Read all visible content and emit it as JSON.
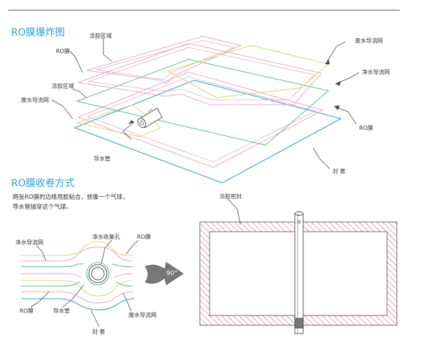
{
  "section1": {
    "title": "RO膜爆炸图",
    "labels": {
      "glue_zone_top": "涂胶区域",
      "ro_membrane_top": "RO膜",
      "glue_zone_mid": "涂胶区域",
      "waste_mesh_left": "废水导流网",
      "waste_mesh_right": "废水导流网",
      "pure_mesh_right": "净水导流网",
      "ro_membrane_right": "RO膜",
      "water_tube": "导水管",
      "seal_cover": "封 套"
    }
  },
  "section2": {
    "title": "RO膜收卷方式",
    "desc_line1": "两张RO膜的边缘用胶粘合，就像一个气球，",
    "desc_line2": "导水管插穿这个气球。",
    "cross_section": {
      "pure_mesh": "净水导流网",
      "pure_hole": "净水收集孔",
      "ro_membrane_right": "RO膜",
      "ro_membrane_left": "RO膜",
      "water_tube": "导水管",
      "waste_mesh": "废水导流网",
      "seal_cover": "封 套"
    },
    "rotate_label": "90°",
    "glue_seal": "涂胶密封"
  },
  "colors": {
    "title_blue": "#2aa0d8",
    "pink": "#e6a6c6",
    "green": "#5cb88a",
    "yellow": "#dcd57a",
    "blue": "#2aa0d8",
    "gray": "#777777"
  }
}
